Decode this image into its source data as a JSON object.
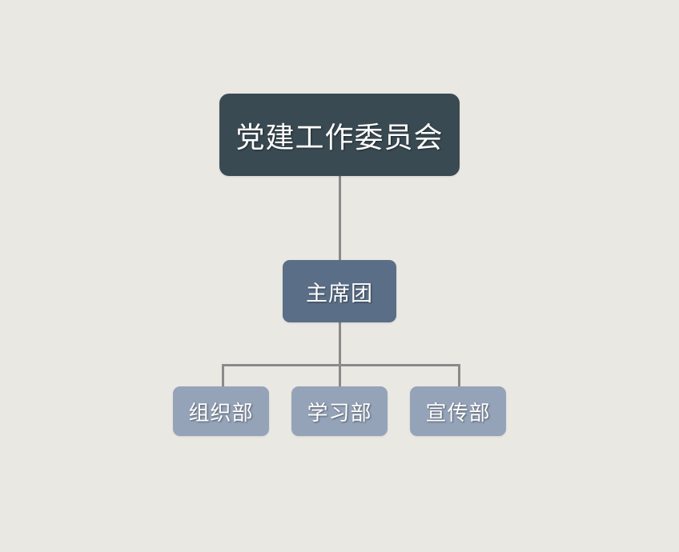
{
  "chart_data": {
    "type": "diagram",
    "diagram_type": "organization-chart",
    "title": "",
    "background_color": "#eae8e3",
    "connector_color": "#8a8a8a",
    "levels": [
      {
        "level": 1,
        "color": "#3a4a52",
        "nodes": [
          {
            "id": "root",
            "label": "党建工作委员会"
          }
        ]
      },
      {
        "level": 2,
        "color": "#5a6e87",
        "nodes": [
          {
            "id": "mid",
            "label": "主席团",
            "parent": "root"
          }
        ]
      },
      {
        "level": 3,
        "color": "#94a3b8",
        "nodes": [
          {
            "id": "leaf1",
            "label": "组织部",
            "parent": "mid"
          },
          {
            "id": "leaf2",
            "label": "学习部",
            "parent": "mid"
          },
          {
            "id": "leaf3",
            "label": "宣传部",
            "parent": "mid"
          }
        ]
      }
    ]
  },
  "chart": {
    "root": {
      "label": "党建工作委员会"
    },
    "mid": {
      "label": "主席团"
    },
    "leaves": [
      {
        "label": "组织部"
      },
      {
        "label": "学习部"
      },
      {
        "label": "宣传部"
      }
    ]
  }
}
